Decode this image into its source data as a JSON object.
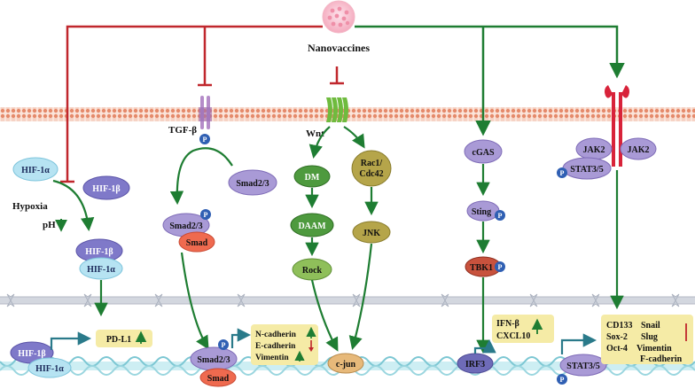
{
  "title": "Nanovaccines",
  "labels": {
    "tgf_beta": "TGF-β",
    "wnt": "Wnt",
    "hypoxia": "Hypoxia",
    "ph": "pH",
    "phospho": "P"
  },
  "nodes": {
    "hif1a_top": "HIF-1α",
    "hif1b_top": "HIF-1β",
    "hif1b_mid": "HIF-1β",
    "hif1a_mid": "HIF-1α",
    "hif1b_bot": "HIF-1β",
    "hif1a_bot": "HIF-1α",
    "smad23_top": "Smad2/3",
    "smad23_left": "Smad2/3",
    "smad_left": "Smad",
    "smad23_bot": "Smad2/3",
    "smad_bot": "Smad",
    "dm": "DM",
    "daam": "DAAM",
    "rock": "Rock",
    "rac1": "Rac1/",
    "cdc42": "Cdc42",
    "jnk": "JNK",
    "cjun": "c-jun",
    "cgas": "cGAS",
    "sting": "Sting",
    "tbk1": "TBK1",
    "irf3": "IRF3",
    "jak2_left": "JAK2",
    "jak2_right": "JAK2",
    "stat35_top": "STAT3/5",
    "stat35_bot": "STAT3/5"
  },
  "outputs": {
    "pdl1": "PD-L1",
    "n_cadherin": "N-cadherin",
    "e_cadherin": "E-cadherin",
    "vimentin": "Vimentin",
    "ifn_beta": "IFN-β",
    "cxcl10": "CXCL10",
    "cd133": "CD133",
    "sox2": "Sox-2",
    "oct4": "Oct-4",
    "snail": "Snail",
    "slug": "Slug",
    "vimentin_r": "Vimentin",
    "f_cadherin": "F-cadherin"
  },
  "colors": {
    "inhibit": "#c0272d",
    "activate": "#1e7d32",
    "nucleus_arrow": "#2a7a8a",
    "membrane": "#f3a98a",
    "membrane_dot": "#e58a6b",
    "nuclear_envelope": "#c7ccd6",
    "dna": "#a9dde6",
    "output_box": "#f5eba6",
    "phospho": "#2f5fb3",
    "up": "#1e7d32",
    "down": "#c0272d"
  }
}
